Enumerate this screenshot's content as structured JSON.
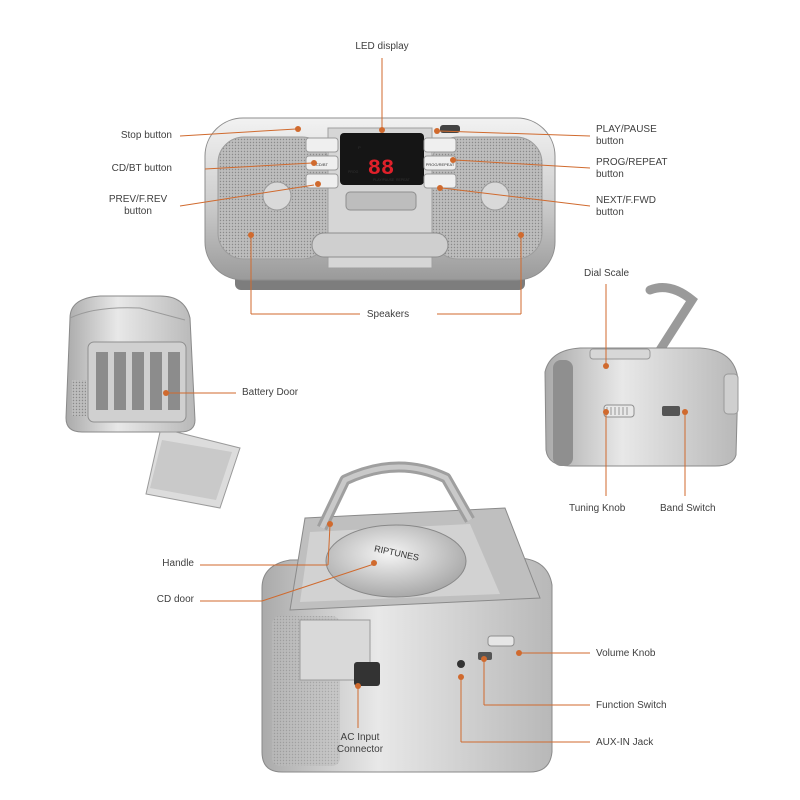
{
  "device": {
    "display_digits": "88",
    "brand": "RIPTUNES",
    "panel_keys": [
      "P",
      "PLAY/PAUSE",
      "REPEAT",
      "PROG"
    ],
    "left_keys": [
      "CD/BT"
    ],
    "right_keys": [
      "PROG/REPEAT"
    ]
  },
  "labels": {
    "led_display": "LED display",
    "stop": "Stop  button",
    "cd_bt": "CD/BT button",
    "prev": [
      "PREV/F.REV",
      "button"
    ],
    "play_pause": [
      "PLAY/PAUSE",
      "button"
    ],
    "prog_repeat": [
      "PROG/REPEAT",
      "button"
    ],
    "next": [
      "NEXT/F.FWD",
      "button"
    ],
    "speakers": "Speakers",
    "dial_scale": "Dial Scale",
    "battery_door": "Battery Door",
    "tuning_knob": "Tuning Knob",
    "band_switch": "Band Switch",
    "handle": "Handle",
    "cd_door": "CD door",
    "volume_knob": "Volume Knob",
    "function_switch": "Function Switch",
    "ac_input": [
      "AC Input",
      "Connector"
    ],
    "aux_in": "AUX-IN Jack"
  },
  "colors": {
    "accent": "#d06a2e",
    "body_silver": "#c8c8c8",
    "display_red": "#e0202a",
    "label_text": "#404040"
  }
}
